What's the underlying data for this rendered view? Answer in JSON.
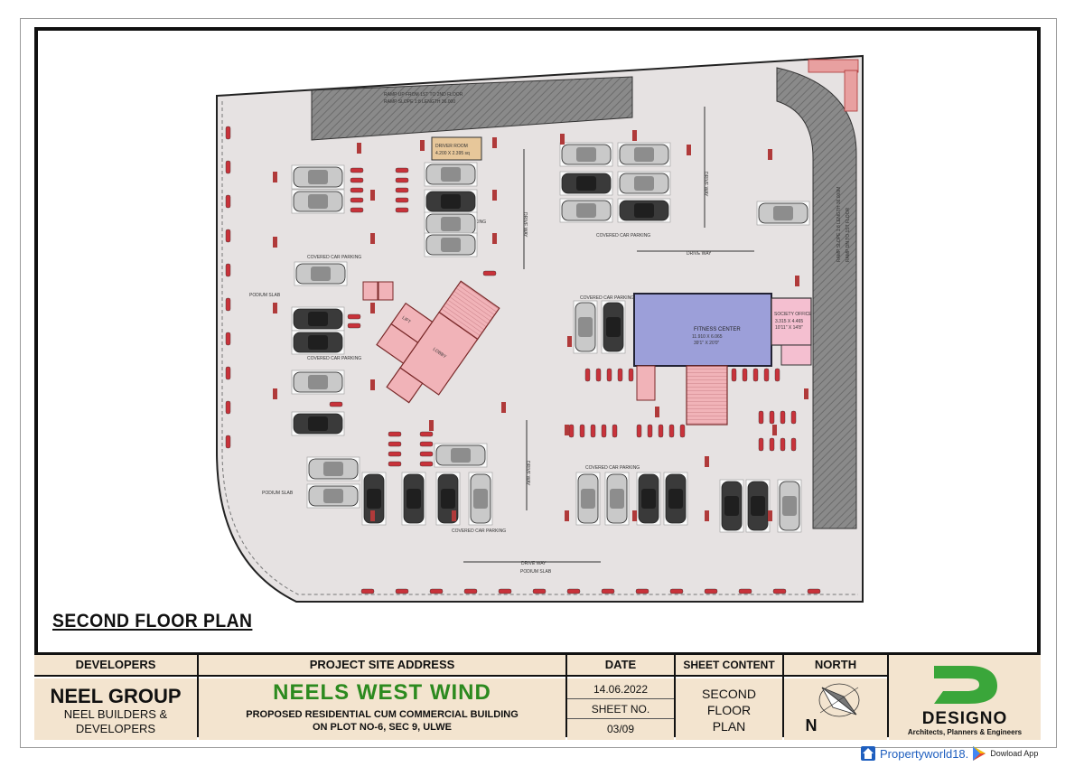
{
  "plan": {
    "title": "SECOND FLOOR PLAN",
    "labels": {
      "driver_room": "DRIVER ROOM",
      "driver_room_size": "4.200 X 2.395 sq",
      "ramp_top": "RAMP UP FROM 1ST TO 2ND FLOOR",
      "ramp_top_2": "RAMP SLOPE 1:8 LENGTH 36.000",
      "ramp_right": "RAMP SLOPE 1:8 LENGTH 36.000M",
      "ramp_right_2": "RAMP DN TO 1ST FLOOR",
      "covered_car_parking": "COVERED CAR PARKING",
      "drive_way": "DRIVE WAY",
      "podium_slab": "PODIUM SLAB",
      "fitness_center": "FITNESS CENTER",
      "fitness_center_size": "11.910 X 6.065",
      "fitness_center_size_ft": "39'1\" X 20'0\"",
      "society_office": "SOCIETY OFFICE",
      "society_office_size": "3.315 X 4.465",
      "society_office_size_ft": "10'11\" X 14'8\"",
      "lobby": "LOBBY",
      "lift": "LIFT"
    }
  },
  "titleblock": {
    "headers": {
      "developers": "DEVELOPERS",
      "project_site_address": "PROJECT SITE ADDRESS",
      "date": "DATE",
      "sheet_content": "SHEET CONTENT",
      "north": "NORTH"
    },
    "developer_name": "NEEL GROUP",
    "developer_sub_1": "NEEL BUILDERS &",
    "developer_sub_2": "DEVELOPERS",
    "project_name": "NEELS WEST WIND",
    "project_desc_1": "PROPOSED RESIDENTIAL CUM COMMERCIAL BUILDING",
    "project_desc_2": "ON PLOT NO-6, SEC 9, ULWE",
    "date_value": "14.06.2022",
    "sheet_no_label": "SHEET NO.",
    "sheet_no_value": "03/09",
    "sheet_content_1": "SECOND",
    "sheet_content_2": "FLOOR",
    "sheet_content_3": "PLAN",
    "north_letter": "N",
    "firm_name": "DESIGNO",
    "firm_tagline": "Architects, Planners & Engineers"
  },
  "watermark": {
    "site": "Propertyworld18.",
    "download": "Dowload App"
  },
  "colors": {
    "floor": "#e6e2e2",
    "core_pink": "#f1b3b8",
    "fitness_blue": "#9c9fd9",
    "society_pink": "#f4bfd0",
    "ramp_gray": "#8e8e8e",
    "title_fill": "#f3e4cf",
    "project_green": "#2c8a1f",
    "logo_green": "#3aa63a"
  }
}
